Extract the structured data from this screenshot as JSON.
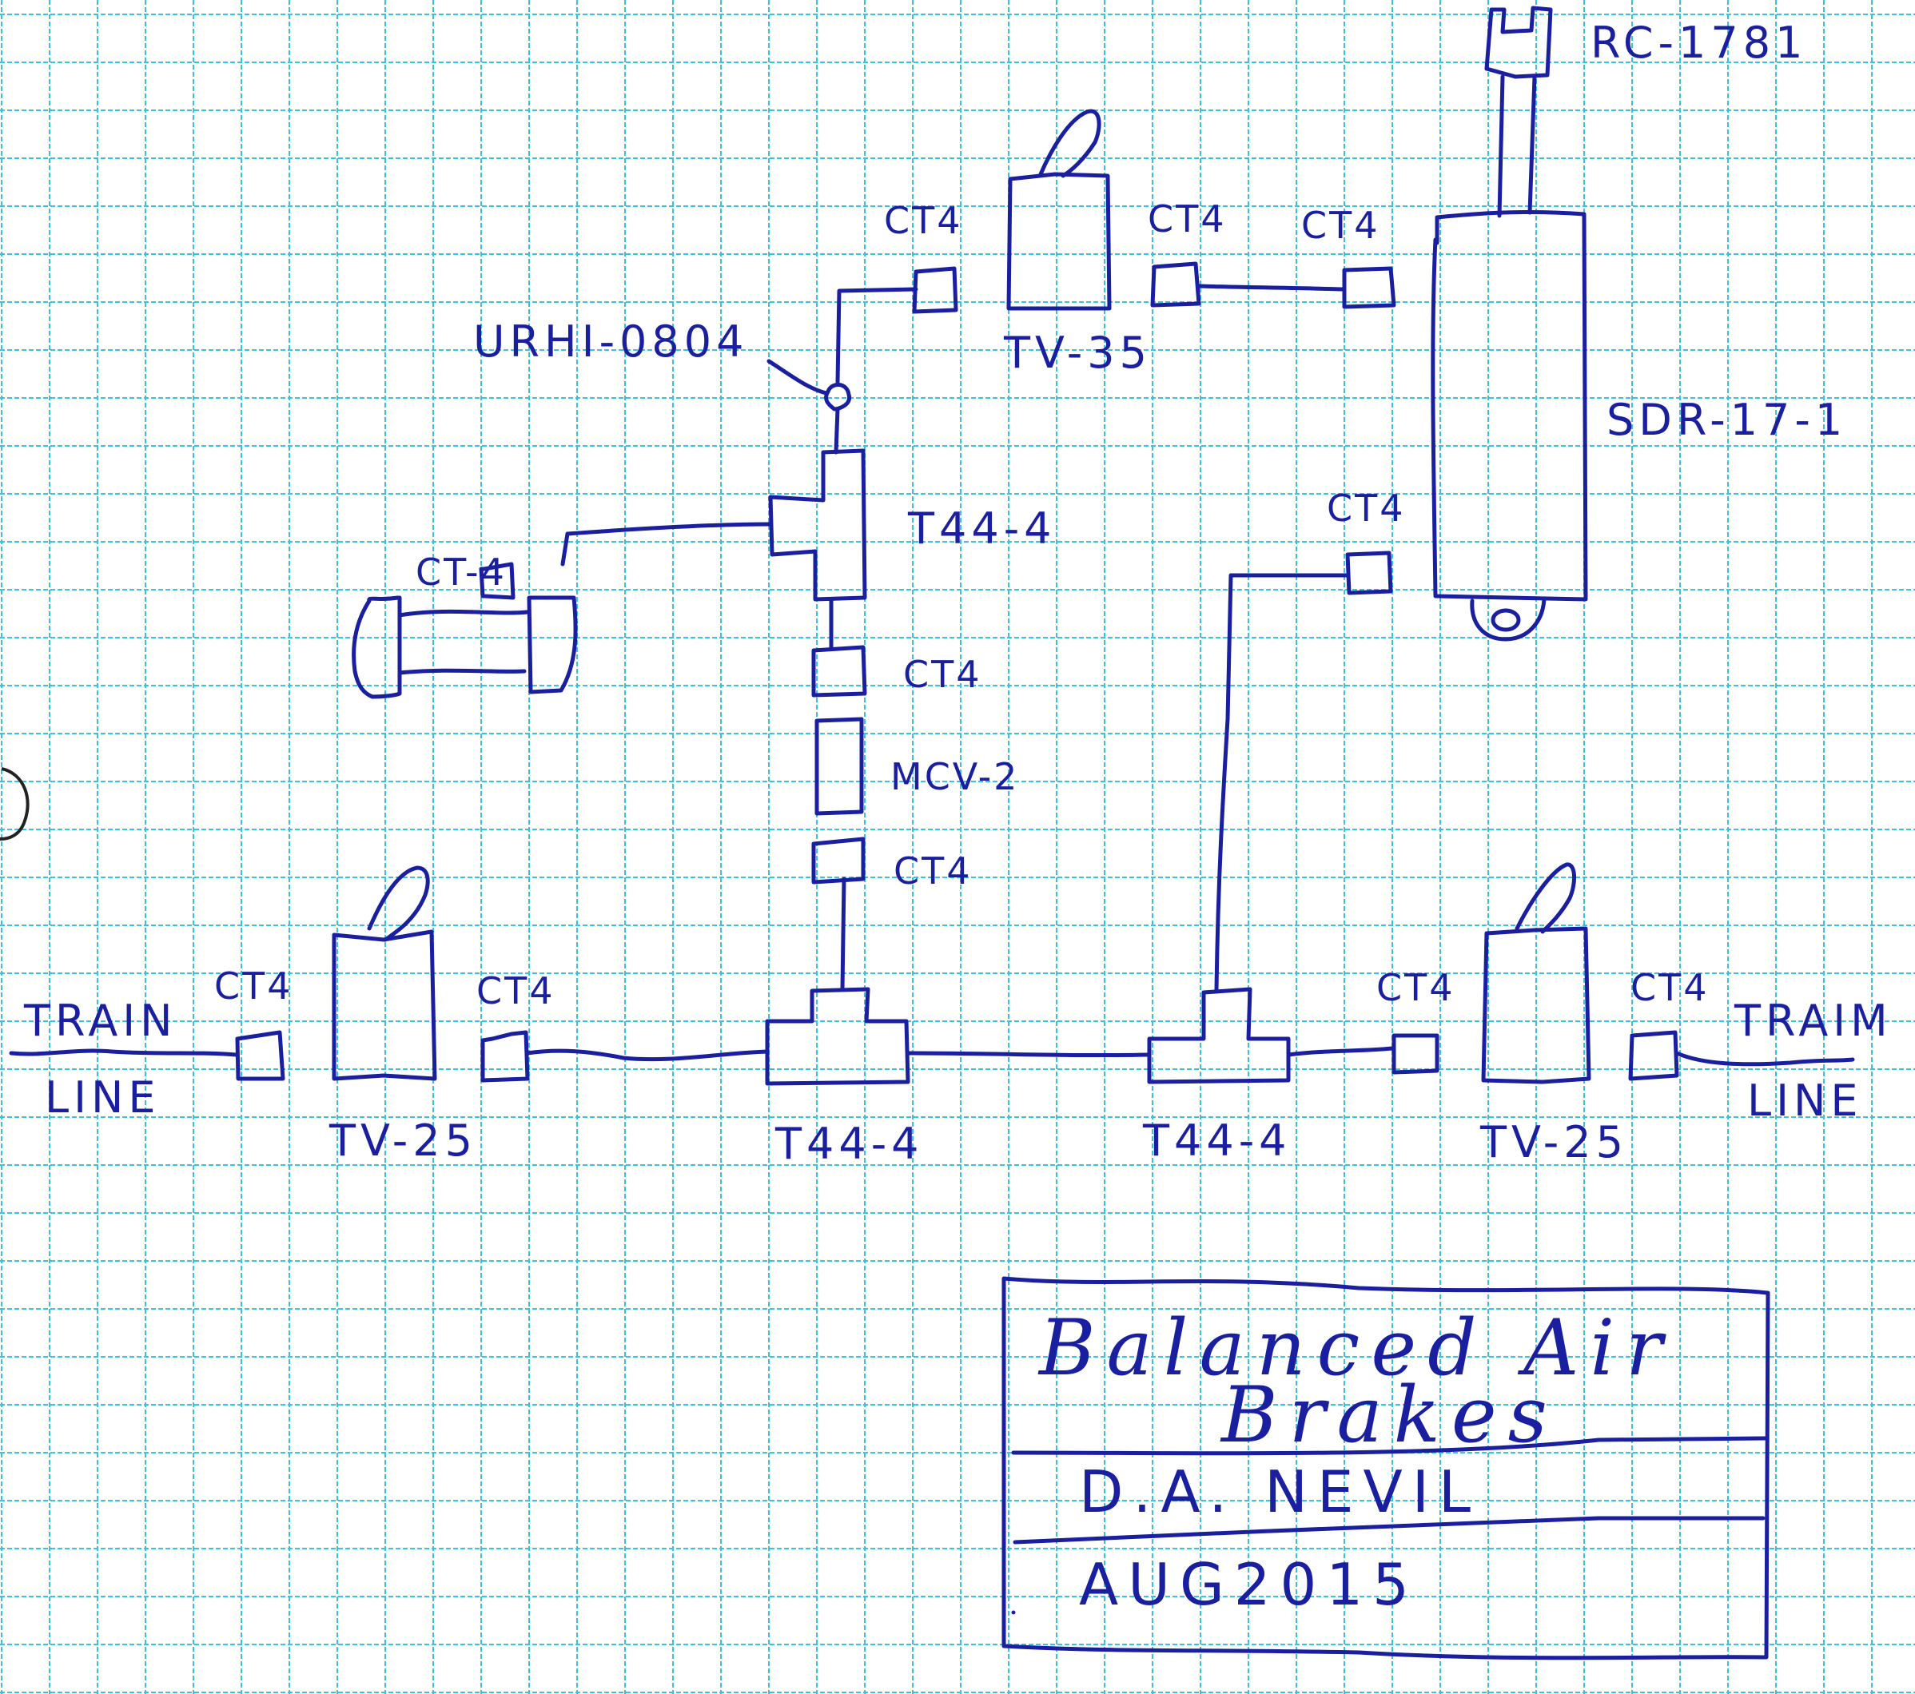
{
  "paper": {
    "type": "graph-paper",
    "grid_color": "#33c4e8",
    "ink_color": "#1a1fa0"
  },
  "labels": {
    "train_line_left": {
      "line1": "TRAIN",
      "line2": "LINE"
    },
    "train_line_right": {
      "line1": "TRAIM",
      "line2": "LINE"
    },
    "ct4_left_1": "CT4",
    "tv25_left": "TV-25",
    "ct4_left_2": "CT4",
    "t44_bottom_left": "T44-4",
    "t44_bottom_right": "T44-4",
    "ct4_right_1": "CT4",
    "tv25_right": "TV-25",
    "ct4_right_2": "CT4",
    "ct4_lower_mcv": "CT4",
    "mcv2": "MCV-2",
    "ct4_upper_mcv": "CT4",
    "t44_upper": "T44-4",
    "ct4_reservoir": "CT-4",
    "urhi": "URHI-0804",
    "ct4_top_1": "CT4",
    "tv35": "TV-35",
    "ct4_top_2": "CT4",
    "ct4_top_3": "CT4",
    "ct4_sdr_lower": "CT4",
    "rc1781": "RC-1781",
    "sdr": "SDR-17-1"
  },
  "title_block": {
    "title_line1": "Balanced Air",
    "title_line2": "Brakes",
    "author": "D.A. NEVIL",
    "date": "AUG2015"
  }
}
